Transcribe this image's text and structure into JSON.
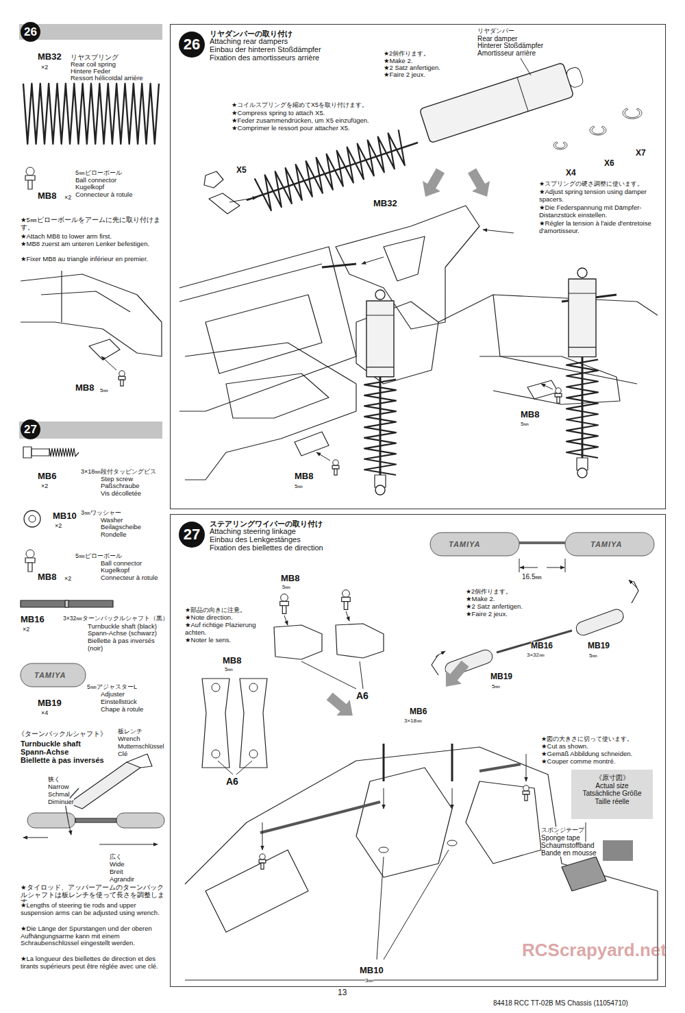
{
  "diagram": {
    "nodes": [
      {
        "text": [
          "26"
        ]
      },
      {
        "text": [
          "リヤダンパーの取り付け",
          "Attaching rear dampers",
          "Einbau der hinteren Stoßdämpfer",
          "Fixation des amortisseurs arrière"
        ]
      },
      {
        "text": [
          "26"
        ],
        "in": 1
      },
      {
        "text": [
          "27"
        ]
      },
      {
        "text": [
          "ステアリングワイパーの取り付け",
          "Attaching steering linkage",
          "Einbau des Lenkgestänges",
          "Fixation des biellettes de direction"
        ]
      },
      {
        "text": [
          "27"
        ],
        "in": 4
      },
      {
        "text": [
          "《原寸図》",
          "Actual size",
          "Tatsächliche Größe",
          "Taille réelle"
        ],
        "in": 4
      }
    ],
    "labels": [
      "MB32",
      "×2",
      "リヤスプリング",
      "Rear coil spring",
      "Hintere Feder",
      "Ressort hélicoïdal arrière",
      "5㎜ピローボール",
      "Ball connector",
      "Kugelkopf",
      "Connecteur à rotule",
      "MB8",
      "×2",
      "★5㎜ピローボールをアームに先に取り付けます。",
      "★Attach MB8 to lower arm first.",
      "★MB8 zuerst am unteren Lenker befestigen.",
      "★Fixer MB8 au triangle inférieur en premier.",
      "MB8",
      "5㎜",
      "MB6",
      "×2",
      "3×18㎜段付タッピングビス",
      "Step screw",
      "Paßschraube",
      "Vis décolletée",
      "MB10",
      "×2",
      "3㎜ワッシャー",
      "Washer",
      "Beilagscheibe",
      "Rondelle",
      "MB8",
      "×2",
      "5㎜ピローボール",
      "Ball connector",
      "Kugelkopf",
      "Connecteur à rotule",
      "MB16",
      "×2",
      "3×32㎜ターンバックルシャフト（黒）",
      "Turnbuckle shaft (black)",
      "Spann-Achse (schwarz)",
      "Biellette à pas inversés (noir)",
      "TAMIYA",
      "MB19",
      "×4",
      "5㎜アジャスターL",
      "Adjuster",
      "Einstellstück",
      "Chape à rotule",
      "《ターンバックルシャフト》",
      "Turnbuckle shaft",
      "Spann-Achse",
      "Biellette à pas inversés",
      "板レンチ",
      "Wrench",
      "Mutternschlüssel",
      "Clé",
      "狭く",
      "Narrow",
      "Schmal",
      "Diminuer",
      "広く",
      "Wide",
      "Breit",
      "Agrandir",
      "★タイロッド、アッパーアームのターンバックルシャフトは板レンチを使って長さを調整します。",
      "★Lengths of steering tie rods and upper suspension arms can be adjusted using wrench.",
      "★Die Länge der Spurstangen und der oberen Aufhängungsarme kann mit einem Schraubenschlüssel eingestellt werden.",
      "★La longueur des biellettes de direction et des tirants supérieurs peut être réglée avec une clé.",
      "★2個作ります。",
      "★Make 2.",
      "★2 Satz anfertigen.",
      "★Faire 2 jeux.",
      "リヤダンパー",
      "Rear damper",
      "Hinterer Stoßdämpfer",
      "Amortisseur arrière",
      "★コイルスプリングを縮めてX5を取り付けます。",
      "★Compress spring to attach X5.",
      "★Feder zusammendrücken, um X5 einzufügen.",
      "★Comprimer le ressort pour attacher X5.",
      "X5",
      "MB32",
      "X4",
      "X6",
      "X7",
      "★スプリングの硬さ調整に使います。",
      "★Adjust spring tension using damper spacers.",
      "★Die Federspannung mit Dämpfer-Distanzstück einstellen.",
      "★Régler la tension à l'aide d'entretoise d'amortisseur.",
      "MB8",
      "5㎜",
      "MB8",
      "5㎜",
      "MB8",
      "5㎜",
      "★部品の向きに注意。",
      "★Note direction.",
      "★Auf richtige Plazierung achten.",
      "★Noter le sens.",
      "MB8",
      "5㎜",
      "A6",
      "A6",
      "TAMIYA",
      "TAMIYA",
      "16.5㎜",
      "★2個作ります。",
      "★Make 2.",
      "★2 Satz anfertigen.",
      "★Faire 2 jeux.",
      "MB19",
      "5㎜",
      "MB16",
      "3×32㎜",
      "MB19",
      "5㎜",
      "MB6",
      "3×18㎜",
      "★図の大きさに切って使います。",
      "★Cut as shown.",
      "★Gemäß Abbildung schneiden.",
      "★Couper comme montré.",
      "スポンジテープ",
      "Sponge tape",
      "Schaumstoffband",
      "Bande en mousse",
      "MB10",
      "3㎜",
      "13",
      "84418 RCC TT-02B MS Chassis (11054710)",
      "RCScrapyard.net"
    ]
  }
}
